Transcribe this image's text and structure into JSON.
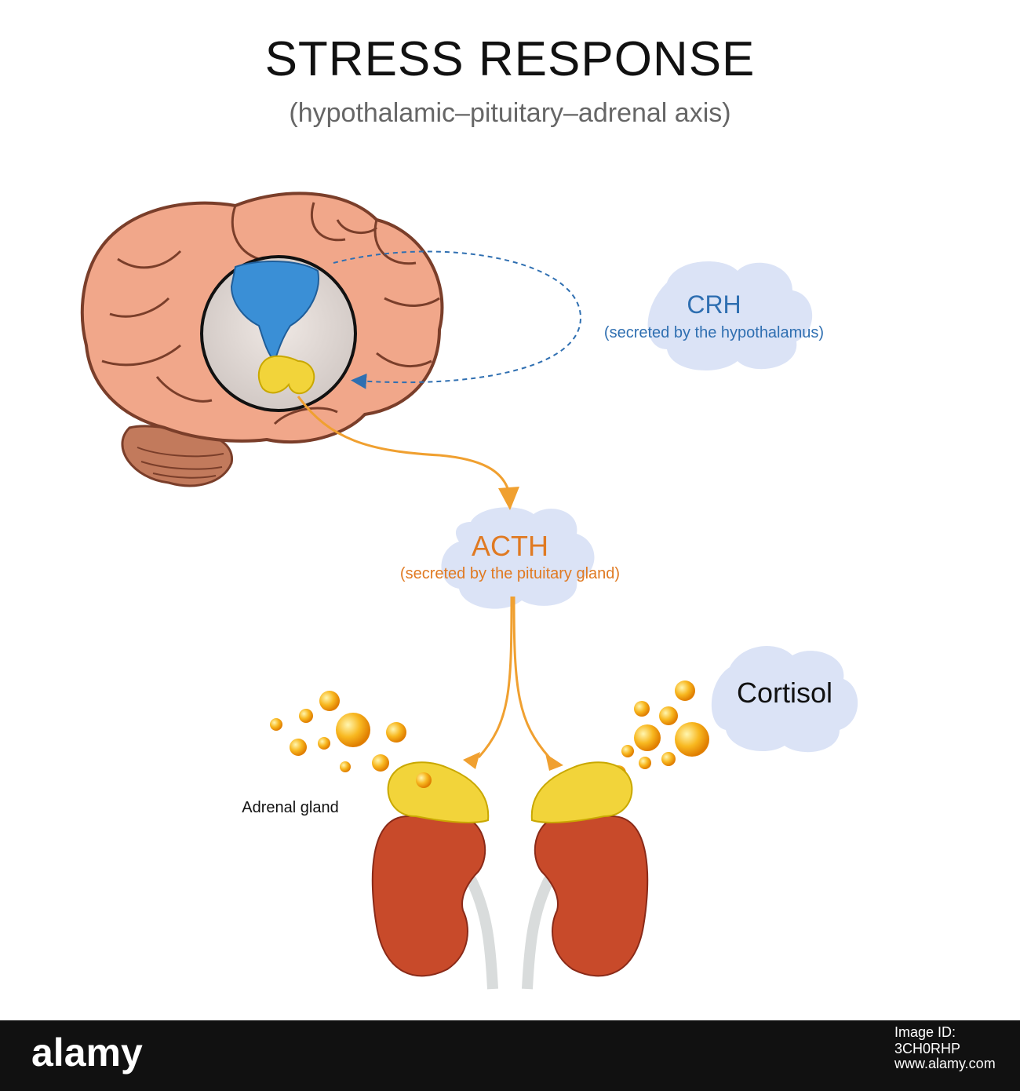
{
  "title": "STRESS RESPONSE",
  "subtitle": "(hypothalamic–pituitary–adrenal axis)",
  "crh": {
    "name": "CRH",
    "description": "(secreted by the hypothalamus)"
  },
  "acth": {
    "name": "ACTH",
    "description": "(secreted by the pituitary gland)"
  },
  "cortisol": {
    "label": "Cortisol"
  },
  "adrenal": {
    "label": "Adrenal gland"
  },
  "footer": {
    "logo": "alamy",
    "image_id": "Image ID: 3CH0RHP",
    "url": "www.alamy.com"
  },
  "colors": {
    "hypothalamus_arrow": "#2f6fb1",
    "pituitary_arrow": "#f0a030",
    "cloud": "#dbe3f6",
    "brain": "#f1a78a",
    "kidney": "#c84a2a",
    "adrenal": "#f2d43a"
  }
}
